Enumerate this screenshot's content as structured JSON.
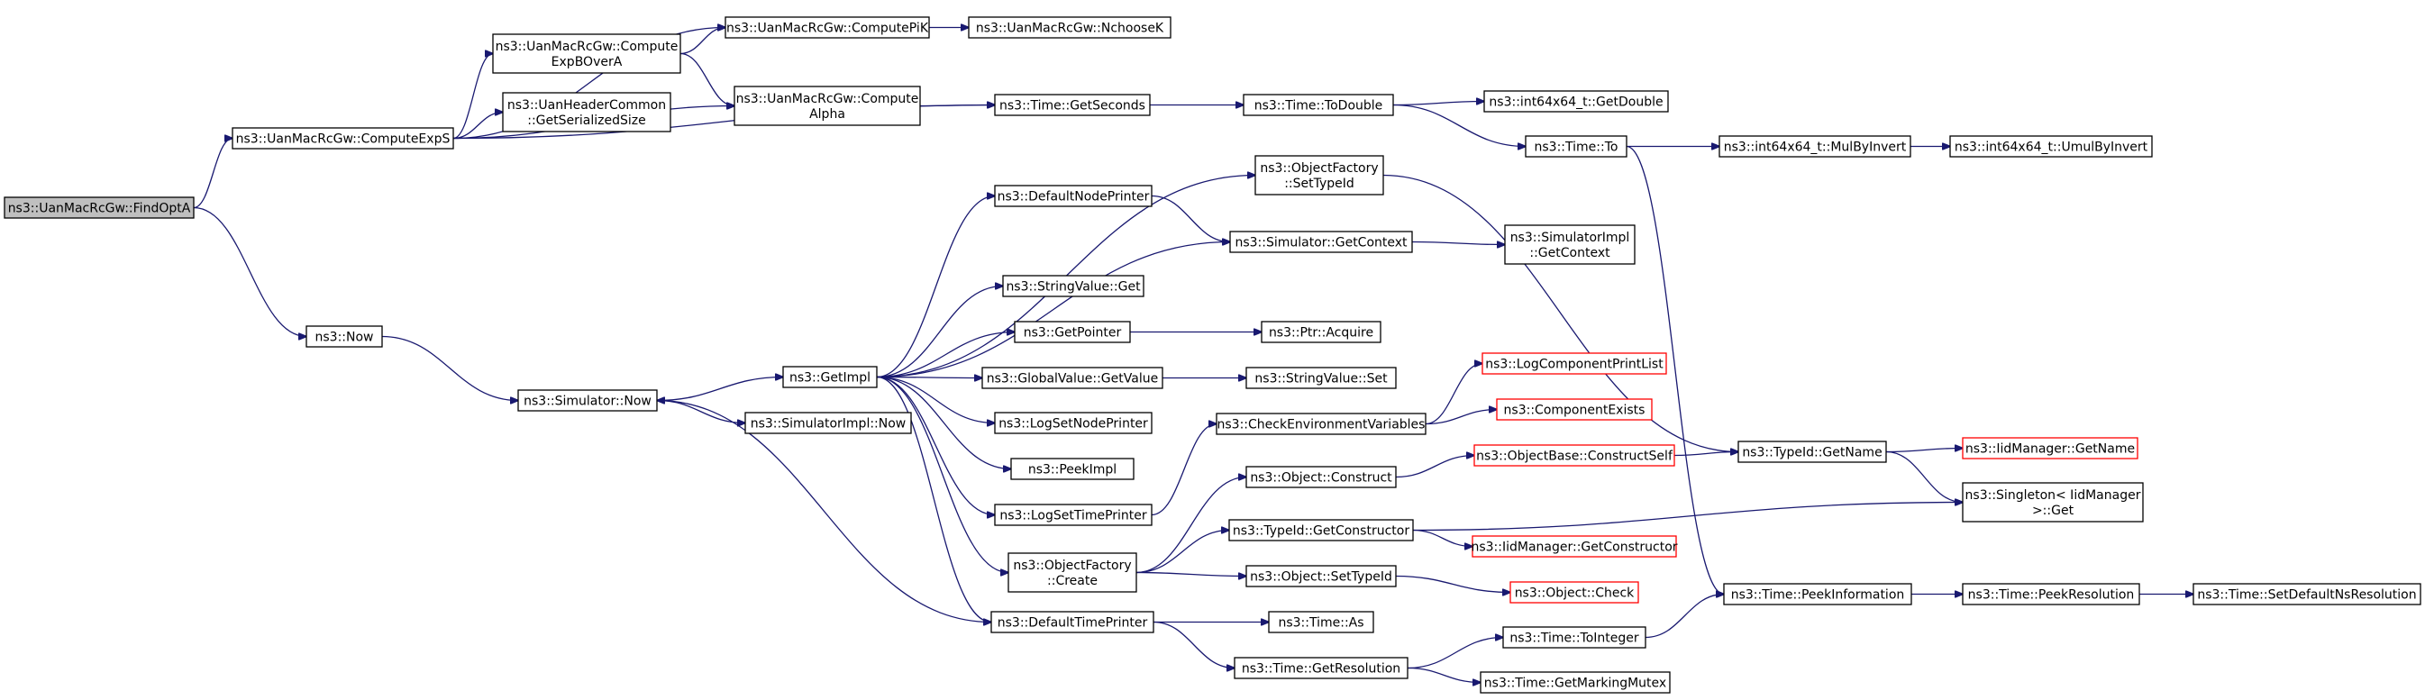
{
  "graph": {
    "nodes": [
      {
        "id": "findopta",
        "lines": [
          "ns3::UanMacRcGw::FindOptA"
        ],
        "style": "root"
      },
      {
        "id": "computeexps",
        "lines": [
          "ns3::UanMacRcGw::ComputeExpS"
        ]
      },
      {
        "id": "computeexpbovera",
        "lines": [
          "ns3::UanMacRcGw::Compute",
          "ExpBOverA"
        ]
      },
      {
        "id": "computepik",
        "lines": [
          "ns3::UanMacRcGw::ComputePiK"
        ]
      },
      {
        "id": "nchoosek",
        "lines": [
          "ns3::UanMacRcGw::NchooseK"
        ]
      },
      {
        "id": "getserializedsize",
        "lines": [
          "ns3::UanHeaderCommon",
          "::GetSerializedSize"
        ]
      },
      {
        "id": "computealpha",
        "lines": [
          "ns3::UanMacRcGw::Compute",
          "Alpha"
        ]
      },
      {
        "id": "getseconds",
        "lines": [
          "ns3::Time::GetSeconds"
        ]
      },
      {
        "id": "todouble",
        "lines": [
          "ns3::Time::ToDouble"
        ]
      },
      {
        "id": "getdouble",
        "lines": [
          "ns3::int64x64_t::GetDouble"
        ]
      },
      {
        "id": "timeto",
        "lines": [
          "ns3::Time::To"
        ]
      },
      {
        "id": "mulbyinvert",
        "lines": [
          "ns3::int64x64_t::MulByInvert"
        ]
      },
      {
        "id": "umulbyinvert",
        "lines": [
          "ns3::int64x64_t::UmulByInvert"
        ]
      },
      {
        "id": "now",
        "lines": [
          "ns3::Now"
        ]
      },
      {
        "id": "simnow",
        "lines": [
          "ns3::Simulator::Now"
        ]
      },
      {
        "id": "getimpl",
        "lines": [
          "ns3::GetImpl"
        ]
      },
      {
        "id": "simimplnow",
        "lines": [
          "ns3::SimulatorImpl::Now"
        ]
      },
      {
        "id": "defaultnodeprinter",
        "lines": [
          "ns3::DefaultNodePrinter"
        ]
      },
      {
        "id": "settypeid",
        "lines": [
          "ns3::ObjectFactory",
          "::SetTypeId"
        ]
      },
      {
        "id": "getcontext",
        "lines": [
          "ns3::Simulator::GetContext"
        ]
      },
      {
        "id": "simimplgetcontext",
        "lines": [
          "ns3::SimulatorImpl",
          "::GetContext"
        ]
      },
      {
        "id": "stringvalueget",
        "lines": [
          "ns3::StringValue::Get"
        ]
      },
      {
        "id": "getpointer",
        "lines": [
          "ns3::GetPointer"
        ]
      },
      {
        "id": "ptracquire",
        "lines": [
          "ns3::Ptr::Acquire"
        ]
      },
      {
        "id": "globalvaluegetvalue",
        "lines": [
          "ns3::GlobalValue::GetValue"
        ]
      },
      {
        "id": "stringvalueset",
        "lines": [
          "ns3::StringValue::Set"
        ]
      },
      {
        "id": "logsetnodeprinter",
        "lines": [
          "ns3::LogSetNodePrinter"
        ]
      },
      {
        "id": "peekimpl",
        "lines": [
          "ns3::PeekImpl"
        ]
      },
      {
        "id": "logsettimeprinter",
        "lines": [
          "ns3::LogSetTimePrinter"
        ]
      },
      {
        "id": "checkenv",
        "lines": [
          "ns3::CheckEnvironmentVariables"
        ]
      },
      {
        "id": "logcomponentprintlist",
        "lines": [
          "ns3::LogComponentPrintList"
        ],
        "style": "red"
      },
      {
        "id": "componentexists",
        "lines": [
          "ns3::ComponentExists"
        ],
        "style": "red"
      },
      {
        "id": "objectconstruct",
        "lines": [
          "ns3::Object::Construct"
        ]
      },
      {
        "id": "constructself",
        "lines": [
          "ns3::ObjectBase::ConstructSelf"
        ],
        "style": "red"
      },
      {
        "id": "typeidgetname",
        "lines": [
          "ns3::TypeId::GetName"
        ]
      },
      {
        "id": "iidmanagergetname",
        "lines": [
          "ns3::IidManager::GetName"
        ],
        "style": "red"
      },
      {
        "id": "singletonget",
        "lines": [
          "ns3::Singleton< IidManager",
          " >::Get"
        ]
      },
      {
        "id": "objectfactorycreate",
        "lines": [
          "ns3::ObjectFactory",
          "::Create"
        ]
      },
      {
        "id": "typeidgetconstructor",
        "lines": [
          "ns3::TypeId::GetConstructor"
        ]
      },
      {
        "id": "iidmanagergetconstructor",
        "lines": [
          "ns3::IidManager::GetConstructor"
        ],
        "style": "red"
      },
      {
        "id": "objectsettypeid",
        "lines": [
          "ns3::Object::SetTypeId"
        ]
      },
      {
        "id": "objectcheck",
        "lines": [
          "ns3::Object::Check"
        ],
        "style": "red"
      },
      {
        "id": "defaulttimeprinter",
        "lines": [
          "ns3::DefaultTimePrinter"
        ]
      },
      {
        "id": "timeas",
        "lines": [
          "ns3::Time::As"
        ]
      },
      {
        "id": "timegetresolution",
        "lines": [
          "ns3::Time::GetResolution"
        ]
      },
      {
        "id": "timetointeger",
        "lines": [
          "ns3::Time::ToInteger"
        ]
      },
      {
        "id": "peekinformation",
        "lines": [
          "ns3::Time::PeekInformation"
        ]
      },
      {
        "id": "peekresolution",
        "lines": [
          "ns3::Time::PeekResolution"
        ]
      },
      {
        "id": "setdefaultnsresolution",
        "lines": [
          "ns3::Time::SetDefaultNsResolution"
        ]
      },
      {
        "id": "getmarkingmutex",
        "lines": [
          "ns3::Time::GetMarkingMutex"
        ]
      }
    ],
    "edges": [
      [
        "findopta",
        "computeexps"
      ],
      [
        "findopta",
        "now"
      ],
      [
        "computeexps",
        "computeexpbovera"
      ],
      [
        "computeexps",
        "computepik"
      ],
      [
        "computeexps",
        "getserializedsize"
      ],
      [
        "computeexps",
        "computealpha"
      ],
      [
        "computeexps",
        "getseconds"
      ],
      [
        "computeexpbovera",
        "computepik"
      ],
      [
        "computeexpbovera",
        "computealpha"
      ],
      [
        "computepik",
        "nchoosek"
      ],
      [
        "computealpha",
        "getseconds"
      ],
      [
        "getseconds",
        "todouble"
      ],
      [
        "todouble",
        "getdouble"
      ],
      [
        "todouble",
        "timeto"
      ],
      [
        "timeto",
        "mulbyinvert"
      ],
      [
        "timeto",
        "peekinformation"
      ],
      [
        "mulbyinvert",
        "umulbyinvert"
      ],
      [
        "now",
        "simnow"
      ],
      [
        "simnow",
        "getimpl"
      ],
      [
        "simnow",
        "simimplnow"
      ],
      [
        "getimpl",
        "defaultnodeprinter"
      ],
      [
        "getimpl",
        "settypeid"
      ],
      [
        "getimpl",
        "getcontext"
      ],
      [
        "getimpl",
        "stringvalueget"
      ],
      [
        "getimpl",
        "getpointer"
      ],
      [
        "getimpl",
        "globalvaluegetvalue"
      ],
      [
        "getimpl",
        "logsetnodeprinter"
      ],
      [
        "getimpl",
        "peekimpl"
      ],
      [
        "getimpl",
        "logsettimeprinter"
      ],
      [
        "getimpl",
        "objectfactorycreate"
      ],
      [
        "getimpl",
        "defaulttimeprinter"
      ],
      [
        "defaultnodeprinter",
        "getcontext"
      ],
      [
        "getcontext",
        "simimplgetcontext"
      ],
      [
        "getpointer",
        "ptracquire"
      ],
      [
        "globalvaluegetvalue",
        "stringvalueset"
      ],
      [
        "logsettimeprinter",
        "checkenv"
      ],
      [
        "checkenv",
        "logcomponentprintlist"
      ],
      [
        "checkenv",
        "componentexists"
      ],
      [
        "objectfactorycreate",
        "objectconstruct"
      ],
      [
        "objectfactorycreate",
        "typeidgetconstructor"
      ],
      [
        "objectfactorycreate",
        "objectsettypeid"
      ],
      [
        "objectconstruct",
        "constructself"
      ],
      [
        "constructself",
        "typeidgetname"
      ],
      [
        "settypeid",
        "typeidgetname"
      ],
      [
        "typeidgetname",
        "iidmanagergetname"
      ],
      [
        "typeidgetname",
        "singletonget"
      ],
      [
        "typeidgetconstructor",
        "iidmanagergetconstructor"
      ],
      [
        "typeidgetconstructor",
        "singletonget"
      ],
      [
        "objectsettypeid",
        "objectcheck"
      ],
      [
        "defaulttimeprinter",
        "simnow"
      ],
      [
        "defaulttimeprinter",
        "timeas"
      ],
      [
        "defaulttimeprinter",
        "timegetresolution"
      ],
      [
        "timegetresolution",
        "timetointeger"
      ],
      [
        "timegetresolution",
        "getmarkingmutex"
      ],
      [
        "timetointeger",
        "peekinformation"
      ],
      [
        "peekinformation",
        "peekresolution"
      ],
      [
        "peekresolution",
        "setdefaultnsresolution"
      ]
    ]
  }
}
